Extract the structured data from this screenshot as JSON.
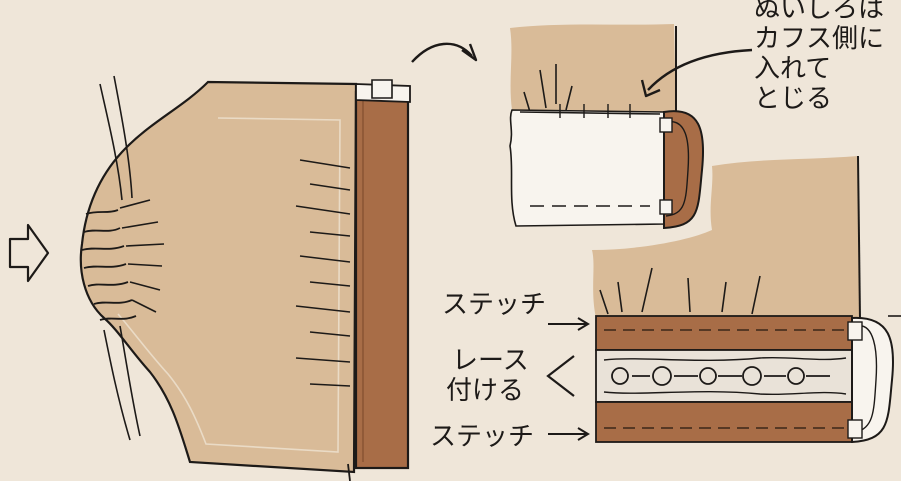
{
  "note": {
    "lines": [
      "ぬいしろは",
      "カフス側に",
      "入れて",
      "とじる"
    ]
  },
  "labels": {
    "stitch_top": "ステッチ",
    "lace_line1": "レース",
    "lace_line2": "付ける",
    "stitch_bottom": "ステッチ"
  },
  "colors": {
    "background": "#efe6d9",
    "sleeve": "#d9bb98",
    "sleeve_light": "#e3c8a7",
    "cuff": "#a86d47",
    "cuff_dark": "#8b5634",
    "white_fabric": "#f8f4ee",
    "ink": "#1d1a18",
    "lace": "#e9e2d8"
  }
}
